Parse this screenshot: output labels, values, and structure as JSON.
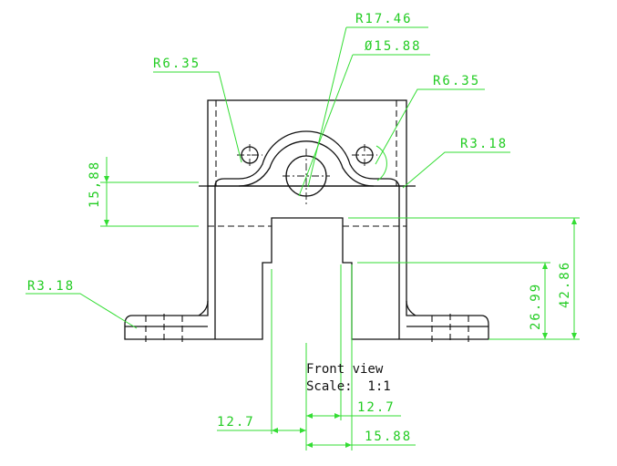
{
  "view": {
    "title": "Front view",
    "scale": "Scale:  1:1"
  },
  "dimensions": {
    "r_arch": "R17.46",
    "bore_dia": "Ø15.88",
    "r_hole_left": "R6.35",
    "r_hole_right": "R6.35",
    "r_fillet_right": "R3.18",
    "r_fillet_left": "R3.18",
    "height_ledge": "15,88",
    "height_total": "42.86",
    "height_step": "26.99",
    "width_left_half": "12.7",
    "width_right_half": "12.7",
    "width_right_step": "15.88"
  },
  "colors": {
    "dimension": "#33dd33",
    "geometry": "#111111"
  }
}
